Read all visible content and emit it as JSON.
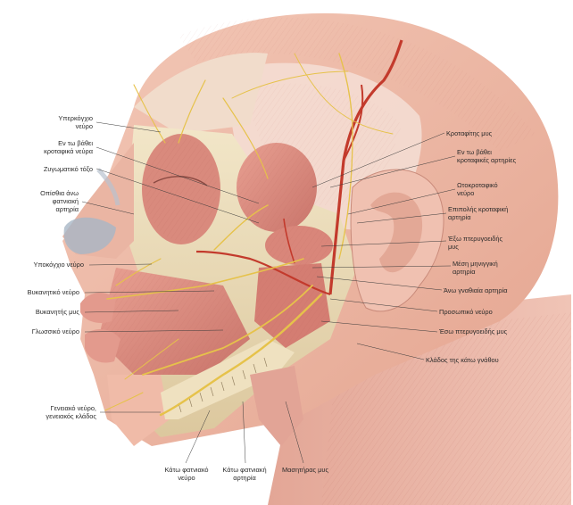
{
  "labels": {
    "supraorbital_nerve": "Υπερκόγχιο\nνεύρο",
    "deep_temporal_nerves": "Εν τω βάθει\nκροταφικά νεύρα",
    "zygomatic_arch": "Ζυγωματικό τόξο",
    "posterior_superior_alveolar_artery": "Οπίσθια άνω\nφατνιακή\nαρτηρία",
    "infraorbital_nerve": "Υποκόγχιο νεύρο",
    "buccal_nerve": "Βυκανητικό νεύρο",
    "buccinator_muscle": "Βυκανητής μυς",
    "lingual_nerve": "Γλωσσικό νεύρο",
    "mental_nerve": "Γενειακό νεύρο,\nγενειακός κλάδος",
    "inferior_alveolar_nerve": "Κάτω φατνιακό\nνεύρο",
    "inferior_alveolar_artery": "Κάτω φατνιακή\nαρτηρία",
    "masseter_muscle": "Μασητήρας μυς",
    "temporalis_muscle": "Κροταφίτης μυς",
    "deep_temporal_arteries": "Εν τω βάθει\nκροταφικές αρτηρίες",
    "auriculotemporal_nerve": "Ωτοκροταφικό\nνεύρο",
    "superficial_temporal_artery": "Επιπολής κροταφική\nαρτηρία",
    "lateral_pterygoid_muscle": "Έξω πτερυγοειδής\nμυς",
    "middle_meningeal_artery": "Μέση μηνιγγική\nαρτηρία",
    "maxillary_artery": "Άνω γναθιαία αρτηρία",
    "facial_nerve": "Προσωπικό νεύρο",
    "medial_pterygoid_muscle": "Έσω πτερυγοειδής μυς",
    "mandibular_branch": "Κλάδος της κάτω γνάθου"
  }
}
